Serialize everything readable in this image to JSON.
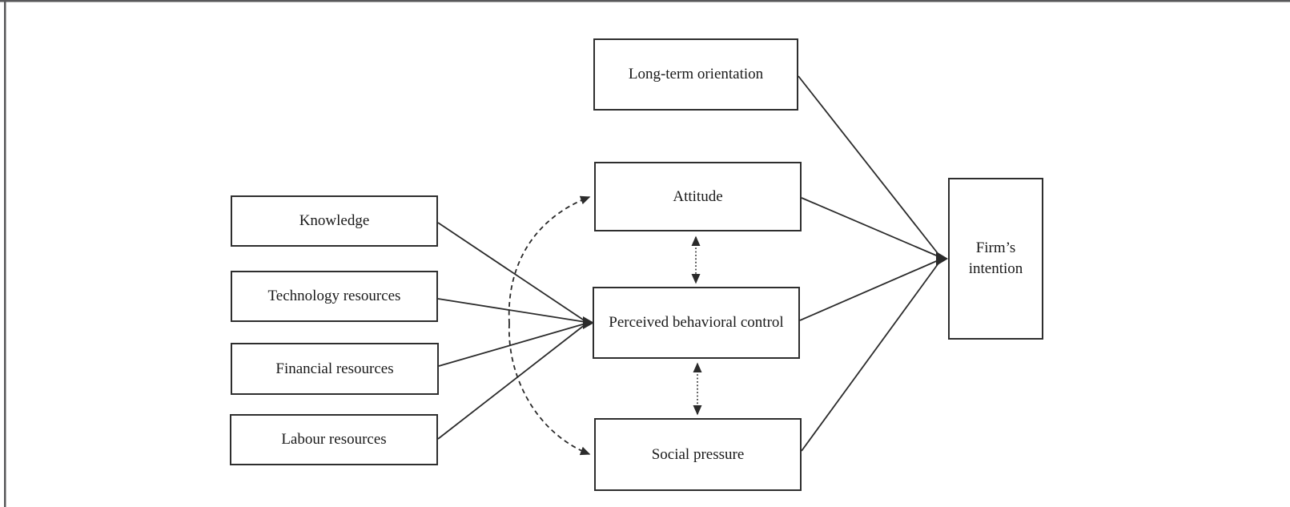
{
  "figure": {
    "type": "conceptual-path-model",
    "background": "#ffffff",
    "frame_color": "#58585a",
    "box_border_color": "#2e2e2e",
    "line_color": "#2b2b2b",
    "text_color": "#1a1a1a",
    "nodes": {
      "knowledge": {
        "label": "Knowledge"
      },
      "technology_resources": {
        "label": "Technology resources"
      },
      "financial_resources": {
        "label": "Financial resources"
      },
      "labour_resources": {
        "label": "Labour resources"
      },
      "long_term_orientation": {
        "label": "Long-term orientation"
      },
      "attitude": {
        "label": "Attitude"
      },
      "perceived_behavioral_control": {
        "label": "Perceived behavioral control"
      },
      "social_pressure": {
        "label": "Social pressure"
      },
      "firms_intention": {
        "label": "Firm’s intention"
      }
    },
    "edges": [
      {
        "from": "knowledge",
        "to": "perceived_behavioral_control",
        "style": "solid-arrow"
      },
      {
        "from": "technology_resources",
        "to": "perceived_behavioral_control",
        "style": "solid-arrow"
      },
      {
        "from": "financial_resources",
        "to": "perceived_behavioral_control",
        "style": "solid-arrow"
      },
      {
        "from": "labour_resources",
        "to": "perceived_behavioral_control",
        "style": "solid-arrow"
      },
      {
        "from": "resources_junction",
        "to": "attitude",
        "style": "dashed-curved-arrow"
      },
      {
        "from": "resources_junction",
        "to": "social_pressure",
        "style": "dashed-curved-arrow"
      },
      {
        "from": "attitude",
        "to": "perceived_behavioral_control",
        "style": "dotted-double-arrow"
      },
      {
        "from": "perceived_behavioral_control",
        "to": "social_pressure",
        "style": "dotted-double-arrow"
      },
      {
        "from": "long_term_orientation",
        "to": "firms_intention",
        "style": "solid-arrow"
      },
      {
        "from": "attitude",
        "to": "firms_intention",
        "style": "solid-arrow"
      },
      {
        "from": "perceived_behavioral_control",
        "to": "firms_intention",
        "style": "solid-arrow"
      },
      {
        "from": "social_pressure",
        "to": "firms_intention",
        "style": "solid-arrow"
      }
    ]
  }
}
